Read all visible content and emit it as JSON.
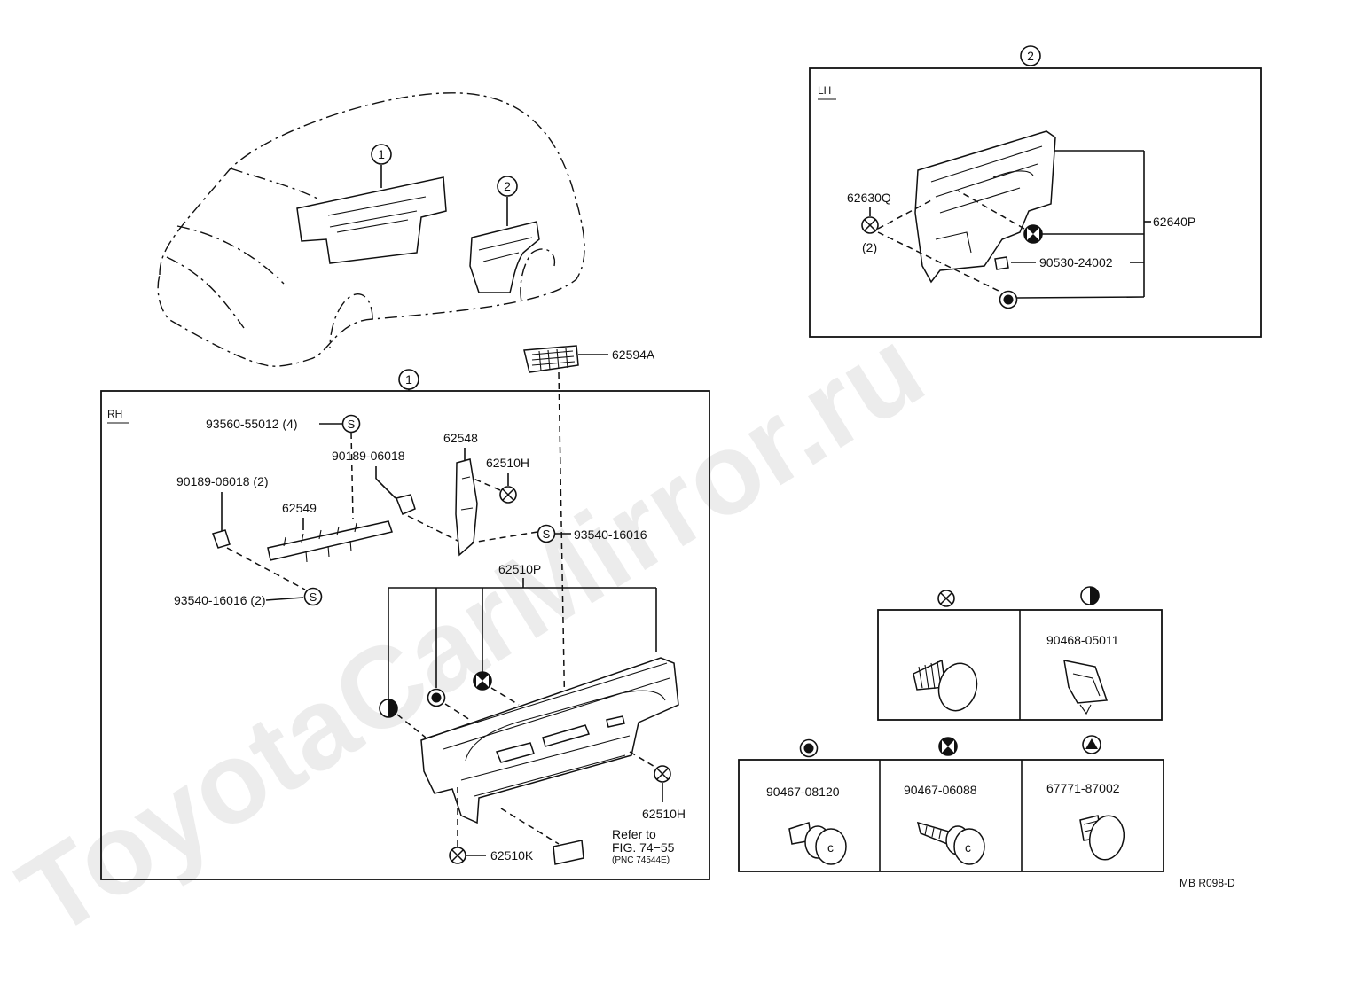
{
  "watermark": "ToyotaCarMirror.ru",
  "drawing_code": "MB R098-D",
  "vehicle_view": {
    "callout_1": "1",
    "callout_2": "2"
  },
  "section_rh": {
    "callout": "1",
    "side_label": "RH",
    "part_labels": {
      "p62594A": "62594A",
      "p93560": "93560-55012 (4)",
      "p90189a": "90189-06018",
      "p90189b": "90189-06018 (2)",
      "p62548": "62548",
      "p62510H_top": "62510H",
      "p62549": "62549",
      "p93540a": "93540-16016",
      "p93540b": "93540-16016 (2)",
      "p62510P": "62510P",
      "p62510H_bot": "62510H",
      "p62510K": "62510K"
    },
    "reference_note": {
      "line1": "Refer to",
      "line2": "FIG. 74−55",
      "line3": "(PNC 74544E)"
    }
  },
  "section_lh": {
    "callout": "2",
    "side_label": "LH",
    "part_labels": {
      "p62630Q": "62630Q",
      "p62630Q_qty": "(2)",
      "p62640P": "62640P",
      "p90530": "90530-24002"
    }
  },
  "fastener_legend": {
    "top_row": [
      {
        "symbol": "cross-circle",
        "part_number": ""
      },
      {
        "symbol": "half-circle",
        "part_number": "90468-05011"
      }
    ],
    "bottom_row": [
      {
        "symbol": "dot-circle",
        "part_number": "90467-08120"
      },
      {
        "symbol": "bowtie-circle",
        "part_number": "90467-06088"
      },
      {
        "symbol": "triangle-circle",
        "part_number": "67771-87002"
      }
    ]
  }
}
